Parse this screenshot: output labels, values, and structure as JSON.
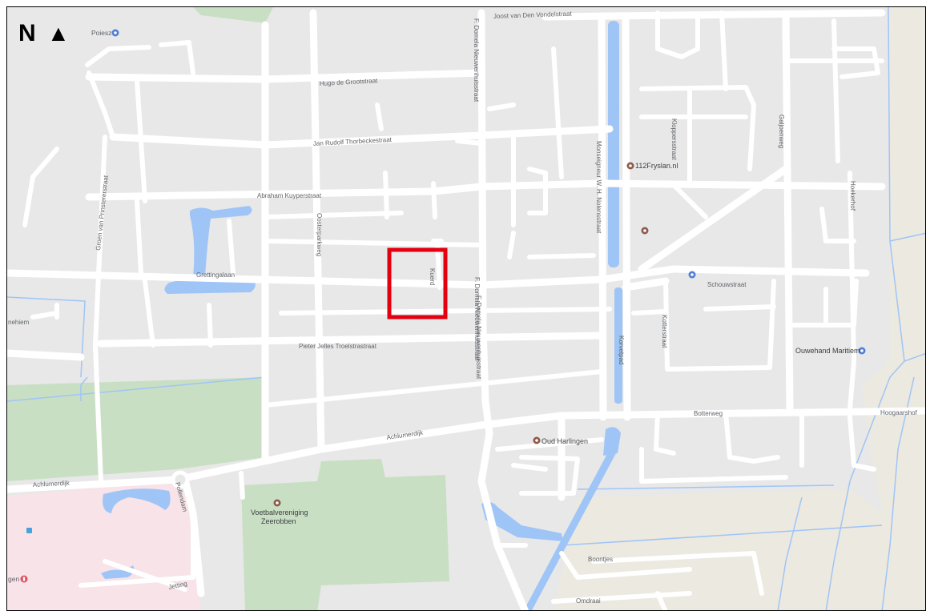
{
  "compass": {
    "letter": "N",
    "arrow": "▲"
  },
  "streets": {
    "joost": "Joost van Den Vondelstraat",
    "hugo": "Hugo de Grootstraat",
    "thorbecke": "Jan Rudolf Thorbeckestraat",
    "kuyper": "Abraham Kuyperstraat",
    "prinsterer": "Groen van Prinstererstraat",
    "grettinga": "Grettingalaan",
    "oosterpark": "Oosterparkweg",
    "kuerd": "Kuerd",
    "nieuwenhuis_upper": "F. Domela Nieuwenhuisstraat",
    "nieuwenhuis_mid": "F. Domela Nieuwenhuisstraat",
    "nieuwenhuis_lower": "F. Domela Nieuwenhuisstraat",
    "troelstra": "Pieter Jelles Troelstrastraat",
    "achlumerdijk_mid": "Achlumerdijk",
    "achlumerdijk_left": "Achlumerdijk",
    "nolens": "Monseigneur W. H. Nolensstraat",
    "kloppers": "Kloppersstraat",
    "galjoen": "Galjoenweg",
    "hoeker": "Hoekerhof",
    "schouw": "Schouwstraat",
    "korvet": "Korvetpad",
    "kotter": "Kotterstraat",
    "botter": "Botterweg",
    "hoogaars": "Hoogaarshof",
    "pollendam": "Pollendam",
    "jetting": "Jetting",
    "boontjes": "Boontjes",
    "omdraai": "Omdraai",
    "west_edge": "nehiem"
  },
  "pois": {
    "poiesz": "Poiesz",
    "fryslan": "112Fryslan.nl",
    "oud": "Oud Harlingen",
    "voetbal_line1": "Voetbalvereniging",
    "voetbal_line2": "Zeerobben",
    "ouwehand": "Ouwehand Maritiem",
    "hospital_partial": "gen"
  },
  "colors": {
    "land": "#e8e8e8",
    "road": "#ffffff",
    "water": "#9fc5f7",
    "park": "#c9dfc4",
    "hospital": "#f7e3e8",
    "farmland": "#ece9e1",
    "highlight": "#e3000f",
    "poi_brown": "#8d5a4a",
    "poi_blue": "#4f7fd9"
  },
  "highlight": {
    "label": "highlighted-block"
  }
}
